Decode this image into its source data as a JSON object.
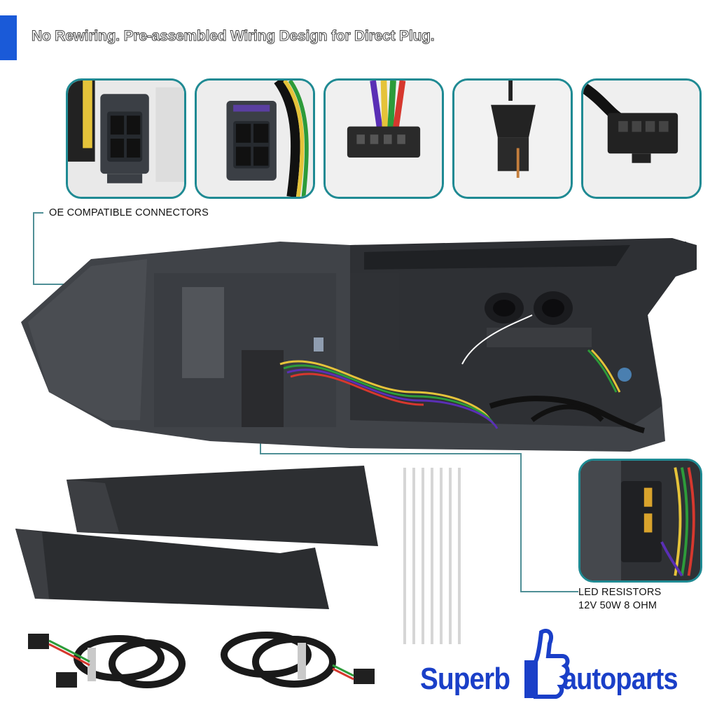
{
  "header": {
    "headline": "No Rewiring. Pre-assembled Wiring Design for Direct Plug."
  },
  "thumbnails": [
    {
      "name": "connector-1"
    },
    {
      "name": "connector-2"
    },
    {
      "name": "connector-3"
    },
    {
      "name": "connector-4"
    },
    {
      "name": "connector-5"
    }
  ],
  "callouts": {
    "oe_connectors": "OE COMPATIBLE CONNECTORS",
    "led_resistors_title": "LED RESISTORS",
    "led_resistors_spec": "12V 50W 8 OHM"
  },
  "brand": {
    "part1": "Superb",
    "part2": "autoparts",
    "color": "#1a3fc8"
  },
  "colors": {
    "accent": "#1a5ad8",
    "frame": "#1f8a93"
  }
}
